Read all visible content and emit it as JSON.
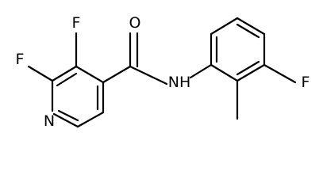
{
  "molecule": {
    "atoms": {
      "f_top": "F",
      "f_left": "F",
      "n_ring": "N",
      "o_carbonyl": "O",
      "nh_amide": "NH",
      "f_right": "F"
    }
  }
}
